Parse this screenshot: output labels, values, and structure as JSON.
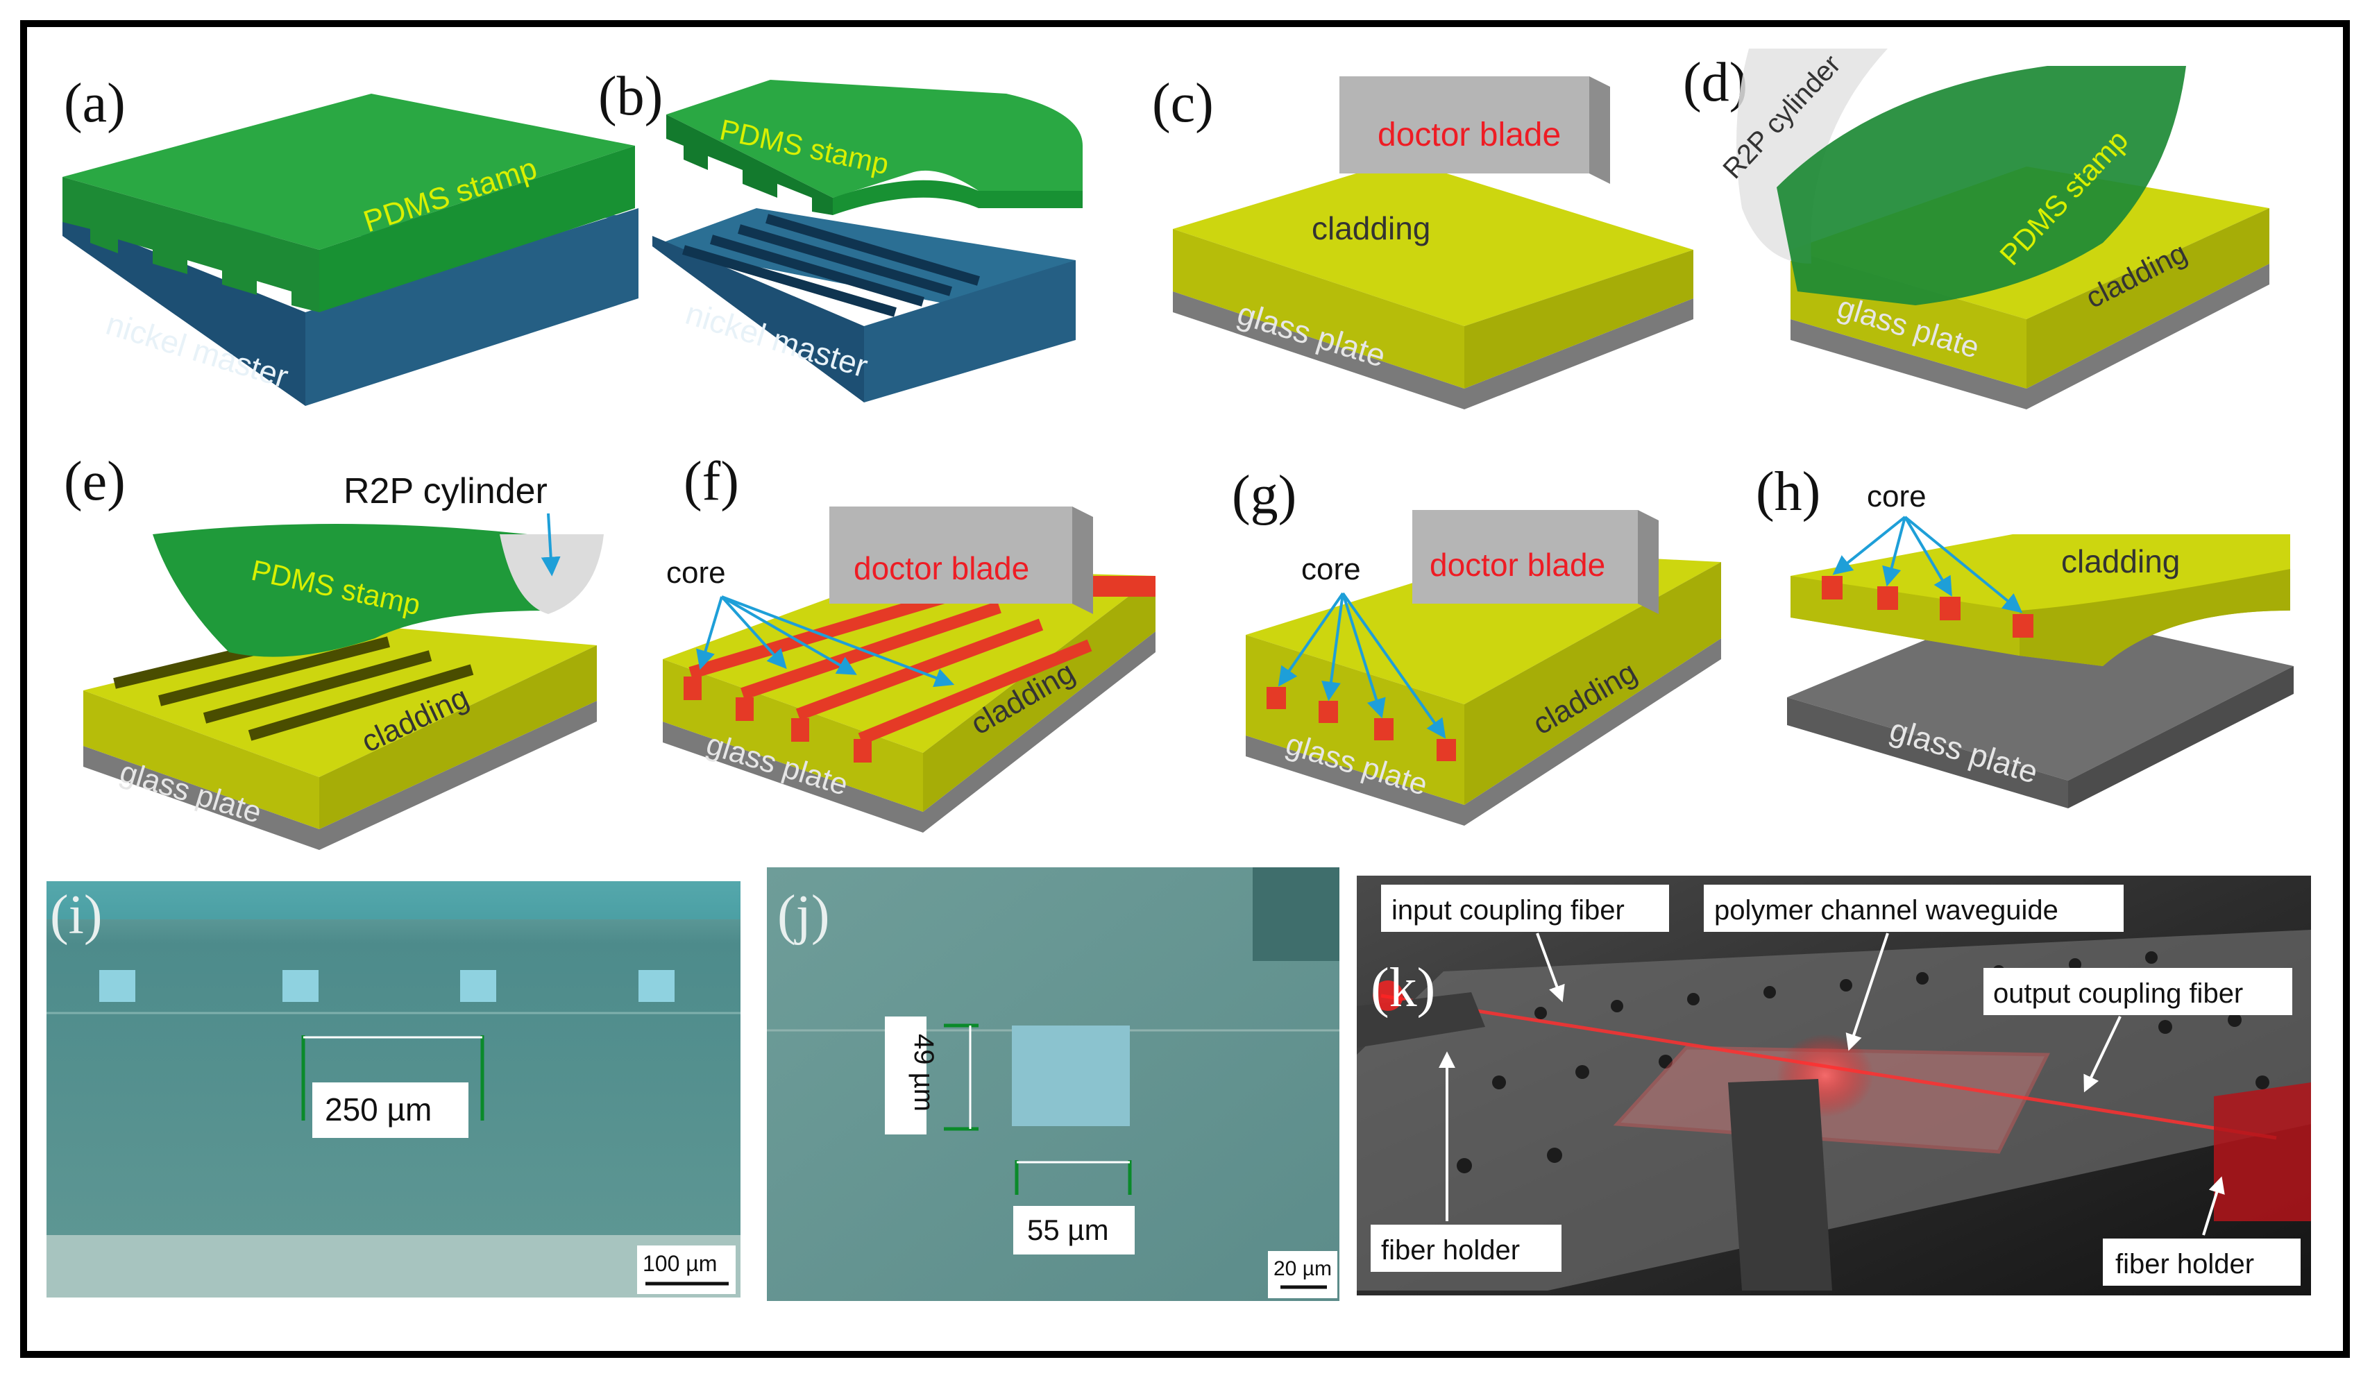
{
  "panels": {
    "a": {
      "letter": "(a)",
      "stamp": "PDMS stamp",
      "master": "nickel master"
    },
    "b": {
      "letter": "(b)",
      "stamp": "PDMS stamp",
      "master": "nickel master"
    },
    "c": {
      "letter": "(c)",
      "blade": "doctor blade",
      "cladding": "cladding",
      "glass": "glass plate"
    },
    "d": {
      "letter": "(d)",
      "cylinder": "R2P cylinder",
      "stamp": "PDMS stamp",
      "cladding": "cladding",
      "glass": "glass plate"
    },
    "e": {
      "letter": "(e)",
      "cylinder": "R2P cylinder",
      "stamp": "PDMS stamp",
      "cladding": "cladding",
      "glass": "glass plate"
    },
    "f": {
      "letter": "(f)",
      "core": "core",
      "blade": "doctor blade",
      "cladding": "cladding",
      "glass": "glass plate"
    },
    "g": {
      "letter": "(g)",
      "core": "core",
      "blade": "doctor blade",
      "cladding": "cladding",
      "glass": "glass plate"
    },
    "h": {
      "letter": "(h)",
      "core": "core",
      "cladding": "cladding",
      "glass": "glass plate"
    },
    "i": {
      "letter": "(i)",
      "spacing": "250 µm",
      "scale": "100 µm"
    },
    "j": {
      "letter": "(j)",
      "height": "49 µm",
      "width": "55 µm",
      "scale": "20 µm"
    },
    "k": {
      "letter": "(k)",
      "input_fiber": "input coupling fiber",
      "waveguide": "polymer channel waveguide",
      "output_fiber": "output coupling fiber",
      "holder_left": "fiber holder",
      "holder_right": "fiber holder"
    }
  },
  "colors": {
    "green": "#1f9a3a",
    "green_dark": "#15772b",
    "green_side": "#137a2d",
    "blue_top": "#2b6f94",
    "blue_side": "#1d4f73",
    "yellow_top": "#cdd60f",
    "yellow_side": "#a6ad07",
    "grey_plate": "#7a7a7a",
    "grey_dark": "#5a5a5a",
    "blade": "#b5b5b5",
    "red": "#e53a26",
    "cyan_arrow": "#1e9fd8",
    "label_green": "#d9f000",
    "label_red": "#ee1c24"
  }
}
